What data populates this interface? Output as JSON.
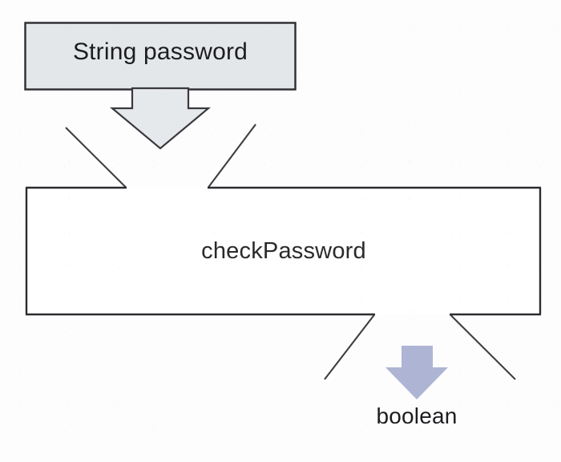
{
  "diagram": {
    "kind": "method-signature-flow",
    "title": "checkPassword",
    "parameter_box": {
      "label": "String password",
      "fill_color": "#e4e7ea",
      "border_color": "#2c2c30"
    },
    "method_box": {
      "label": "checkPassword",
      "fill_color": "#ffffff",
      "border_color": "#2c2c30"
    },
    "return_label": {
      "label": "boolean",
      "text_color": "#1d1d20"
    },
    "input_arrow": {
      "name": "hollow-down-arrow",
      "fill_color": "#e4e7ea",
      "border_color": "#3a3a3e",
      "direction": "down"
    },
    "output_arrow": {
      "name": "solid-down-arrow",
      "fill_color": "#aeb5d4",
      "direction": "down"
    },
    "funnel_lines": {
      "name": "diagonal-guide-lines",
      "stroke_color": "#3d3d42",
      "count": 4
    },
    "background_color": "#fdfdfd"
  }
}
